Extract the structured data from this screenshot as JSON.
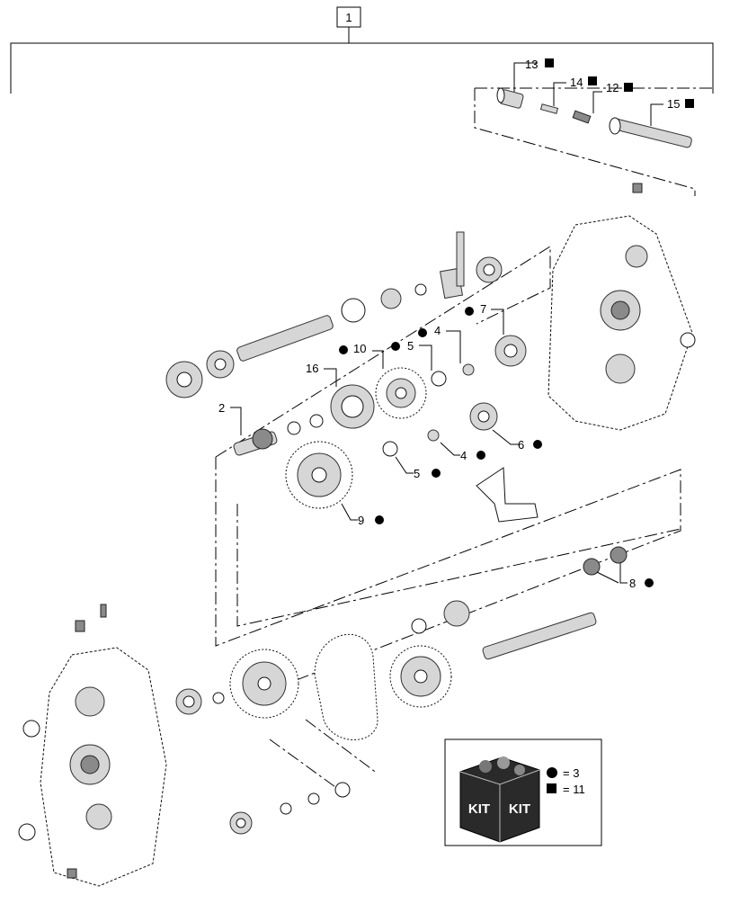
{
  "callouts": {
    "c1": "1",
    "c2": "2",
    "c4a": "4",
    "c4b": "4",
    "c5a": "5",
    "c5b": "5",
    "c6": "6",
    "c7": "7",
    "c8": "8",
    "c9": "9",
    "c10": "10",
    "c12": "12",
    "c13": "13",
    "c14": "14",
    "c15": "15",
    "c16": "16"
  },
  "kit": {
    "label_left": "KIT",
    "label_right": "KIT",
    "circle_eq": "= 3",
    "square_eq": "= 11"
  }
}
